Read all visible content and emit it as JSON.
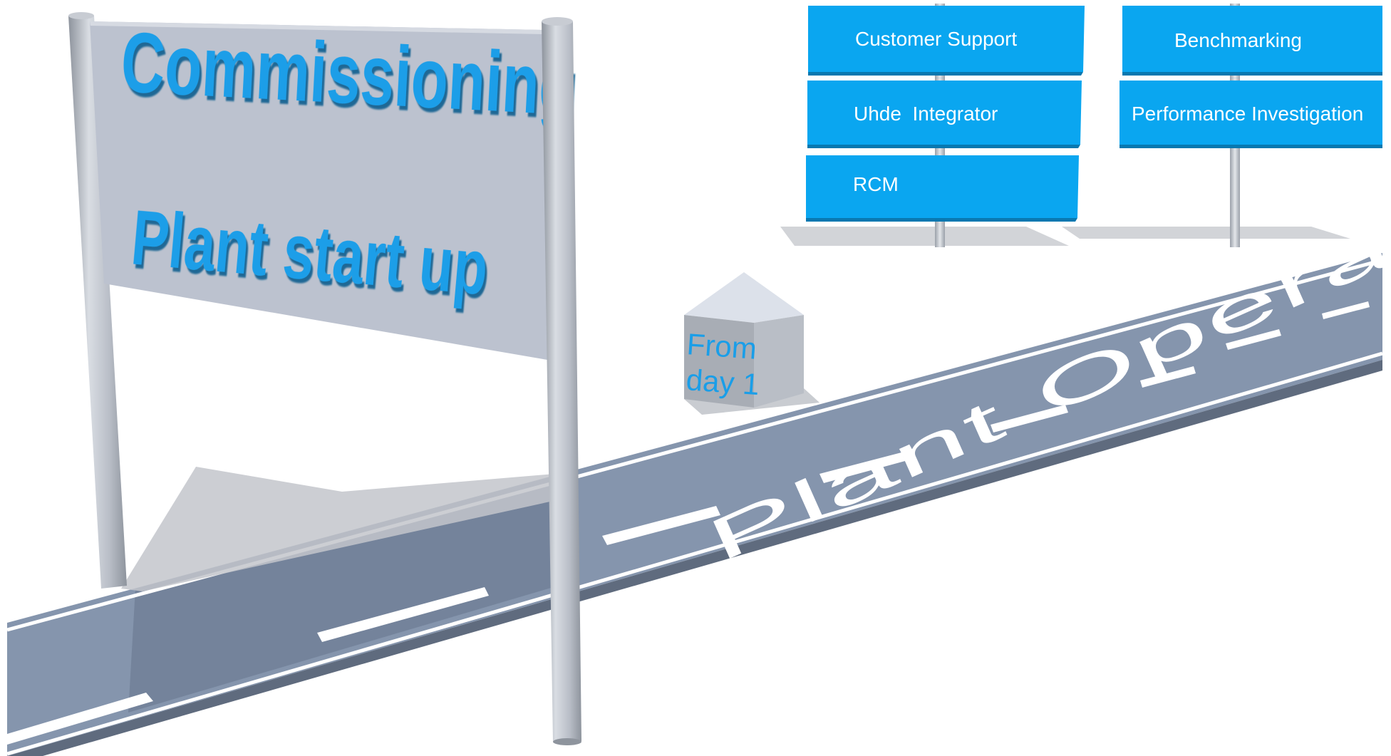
{
  "main_sign": {
    "line1": "Commissioning",
    "line2": "Plant start up"
  },
  "milestone": {
    "line1": "From",
    "line2": "day 1"
  },
  "road": {
    "label": "Plant Operation"
  },
  "signpost_left": {
    "boards": [
      "Customer Support",
      "Uhde  Integrator",
      "RCM"
    ]
  },
  "signpost_right": {
    "boards": [
      "Benchmarking",
      "Performance Investigation"
    ]
  },
  "colors": {
    "board_blue": "#0aa6f0",
    "sign_text_blue": "#1a9ee8",
    "road": "#8595ad",
    "sign_panel": "#bcc2cf",
    "pole": "#b3b9c3"
  }
}
